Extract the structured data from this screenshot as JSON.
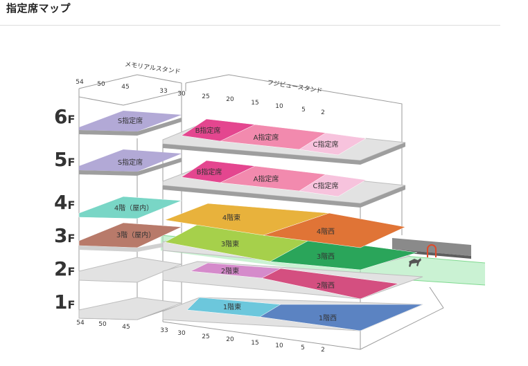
{
  "page": {
    "title": "指定席マップ"
  },
  "stands": {
    "memorial": {
      "name": "メモリアルスタンド",
      "top_ticks": [
        "54",
        "50",
        "45",
        "33"
      ],
      "bottom_ticks": [
        "54",
        "50",
        "45"
      ]
    },
    "fujiview": {
      "name": "フジビュースタンド",
      "top_ticks": [
        "30",
        "25",
        "20",
        "15",
        "10",
        "5",
        "2"
      ],
      "bottom_ticks": [
        "33",
        "30",
        "25",
        "20",
        "15",
        "10",
        "5",
        "2"
      ]
    }
  },
  "floors": {
    "f6": "6",
    "f5": "5",
    "f4": "4",
    "f3": "3",
    "f2": "2",
    "f1": "1",
    "suffix": "F"
  },
  "sections": {
    "f6_s": "S指定席",
    "f6_b": "B指定席",
    "f6_a": "A指定席",
    "f6_c": "C指定席",
    "f5_s": "S指定席",
    "f5_b": "B指定席",
    "f5_a": "A指定席",
    "f5_c": "C指定席",
    "f4_mem": "4階（屋内）",
    "f4_east": "4階東",
    "f4_west": "4階西",
    "f3_mem": "3階（屋内）",
    "f3_east": "3階東",
    "f3_west": "3階西",
    "f2_east": "2階東",
    "f2_west": "2階西",
    "f1_east": "1階東",
    "f1_west": "1階西"
  },
  "colors": {
    "s_seat": "#b2a9d6",
    "b_seat": "#e4468f",
    "a_seat": "#f28aae",
    "c_seat": "#f7c3dd",
    "empty_slab": "#e2e2e2",
    "slab_edge": "#bdbdbd",
    "f4_mem": "#79d6c6",
    "f4_east": "#e8b23c",
    "f4_west": "#e07436",
    "f3_mem": "#b87a6a",
    "f3_east": "#a6d04b",
    "f3_west": "#2aa55a",
    "f2_east": "#d58bcb",
    "f2_west": "#d44f80",
    "f1_east": "#6cc7dc",
    "f1_west": "#5b83c2",
    "track": "#9ee8ae"
  }
}
